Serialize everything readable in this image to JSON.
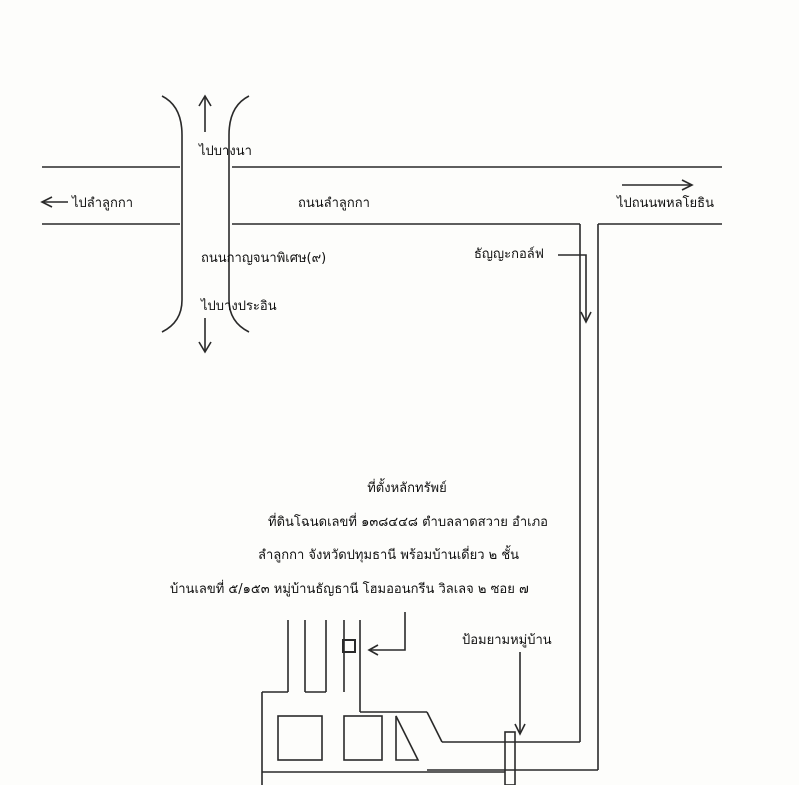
{
  "labels": {
    "to_bangna": "ไปบางนา",
    "to_lam_luk_ka": "ไปลำลูกกา",
    "lam_luk_ka_road": "ถนนลำลูกกา",
    "to_phahonyothin": "ไปถนนพหลโยธิน",
    "kanchanaphisek_road": "ถนนกาญจนาพิเศษ(๙)",
    "thanyarat_golf": "ธัญญะกอล์ฟ",
    "to_bang_pa_in": "ไปบางประอิน",
    "guard_post": "ป้อมยามหมู่บ้าน"
  },
  "property_note": {
    "title": "ที่ตั้งหลักทรัพย์",
    "line1": "ที่ดินโฉนดเลขที่ ๑๓๘๔๔๘ ตำบลลาดสวาย อำเภอ",
    "line2": "ลำลูกกา จังหวัดปทุมธานี พร้อมบ้านเดี่ยว ๒ ชั้น",
    "line3": "บ้านเลขที่ ๕/๑๕๓ หมู่บ้านธัญธานี โฮมออนกรีน วิลเลจ ๒ ซอย ๗"
  }
}
